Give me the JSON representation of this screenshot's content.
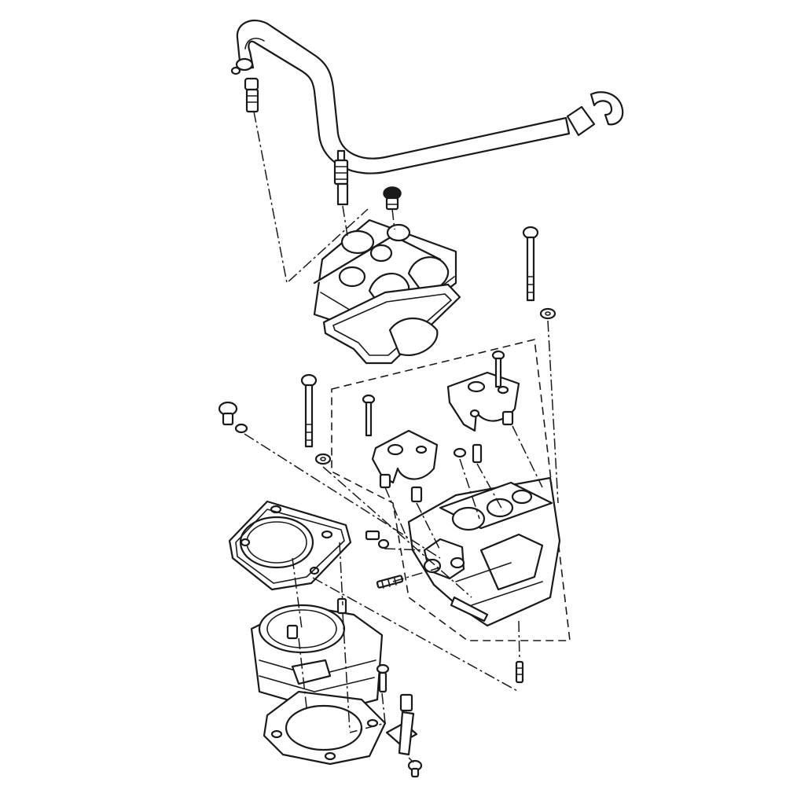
{
  "diagram": {
    "type": "exploded-view",
    "parts": [
      "breather-hose",
      "hose-clamp",
      "hose-fitting",
      "spark-plug",
      "oil-filler-cap",
      "valve-cover",
      "valve-cover-gasket",
      "long-bolt",
      "camshaft-bearing-cap",
      "cylinder-head",
      "head-gasket",
      "cylinder",
      "base-gasket",
      "dowel-pin",
      "stud",
      "washer",
      "banjo-bolt",
      "chain-guide-bracket"
    ],
    "colors": {
      "line": "#1a1a1a",
      "paper": "#ffffff"
    }
  }
}
